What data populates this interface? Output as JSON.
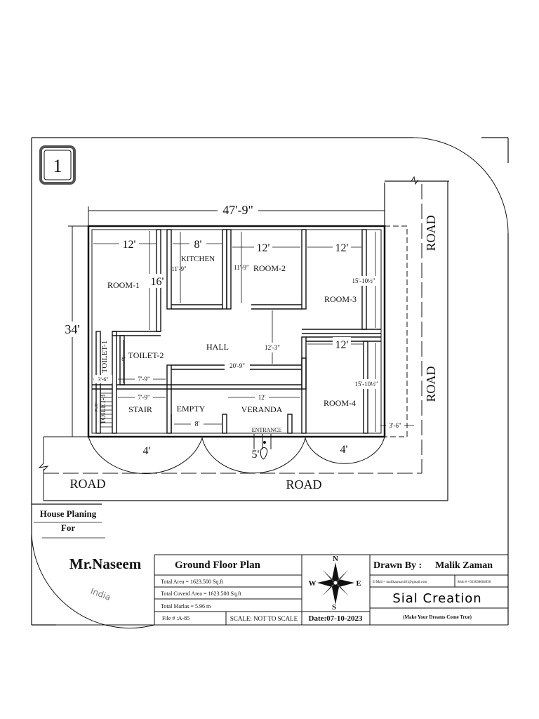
{
  "sheet": {
    "badge": "1",
    "overall_width": "47'-9\"",
    "overall_depth": "34'"
  },
  "rooms": {
    "room1": "ROOM-1",
    "kitchen": "KITCHEN",
    "room2": "ROOM-2",
    "room3": "ROOM-3",
    "hall": "HALL",
    "toilet1": "TOILET-1",
    "toilet2": "TOILET-2",
    "toilet3": "TOILET-3",
    "stair": "STAIR",
    "empty": "EMPTY",
    "veranda": "VERANDA",
    "entrance": "ENTRANCE",
    "room4": "ROOM-4"
  },
  "dims": {
    "room1_w": "12'",
    "room1_h": "16'",
    "kitchen_w": "8'",
    "kitchen_h": "11'-9\"",
    "room2_w": "12'",
    "room2_h": "11'-9\"",
    "room3_w": "12'",
    "room3_h": "15'-10½\"",
    "room4_w": "12'",
    "room4_h": "15'-10½\"",
    "hall_w": "20'-9\"",
    "hall_h": "12'-3\"",
    "toilet_w1": "7'-9\"",
    "toilet_w2": "7'-9\"",
    "toilet1_w": "3'-6\"",
    "toilet2_h": "8'",
    "toilet3_h": "7'-3\"",
    "veranda_w": "12'",
    "empty_w": "8'",
    "gate_left": "4'",
    "gate_mid": "5'",
    "gate_right": "4'",
    "side_set": "3'-6\""
  },
  "roads": {
    "right_top": "ROAD",
    "right_bottom": "ROAD",
    "bottom_left": "ROAD",
    "bottom_mid": "ROAD"
  },
  "title_block": {
    "house_planing": "House Planing",
    "for": "For",
    "client": "Mr.Naseem",
    "country": "India",
    "plan_title": "Ground Floor Plan",
    "total_area": "Total Area  = 1623.500 Sq.ft",
    "covered_area": "Total Coverd Area = 1623.500 Sq.ft",
    "marlas": "Total Marlas  = 5.96 m",
    "file_no": "File # :A-85",
    "scale": "SCALE: NOT TO SCALE",
    "date": "Date:07-10-2023",
    "compass_n": "N",
    "compass_s": "S",
    "compass_e": "E",
    "compass_w": "W",
    "drawn_by_label": "Drawn By :",
    "drawn_by_name": "Malik Zaman",
    "email": "E-Mail = malikzaman181@gmail.com",
    "mob": "Mob # +923038004930",
    "brand": "Sial Creation",
    "tagline": "(Make Your Dreams Come True)"
  }
}
